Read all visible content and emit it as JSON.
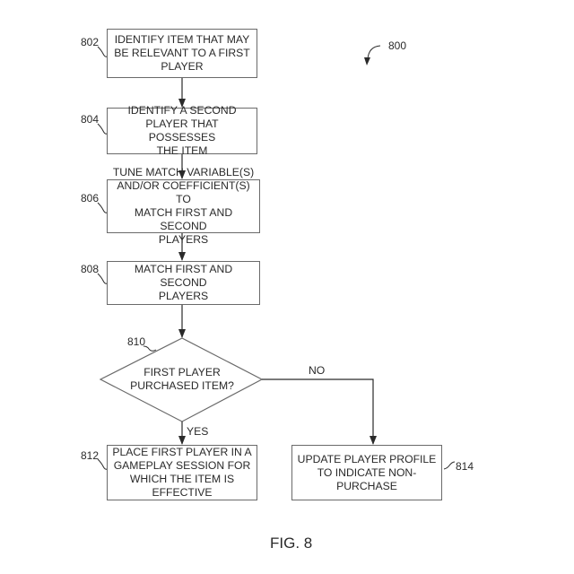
{
  "figure": {
    "caption": "FIG. 8",
    "ref": "800"
  },
  "steps": [
    {
      "id": "802",
      "text": "IDENTIFY ITEM THAT MAY\nBE RELEVANT TO A FIRST\nPLAYER"
    },
    {
      "id": "804",
      "text": "IDENTIFY A SECOND\nPLAYER THAT POSSESSES\nTHE ITEM"
    },
    {
      "id": "806",
      "text": "TUNE MATCH VARIABLE(S)\nAND/OR COEFFICIENT(S) TO\nMATCH FIRST AND SECOND\nPLAYERS"
    },
    {
      "id": "808",
      "text": "MATCH FIRST AND SECOND\nPLAYERS"
    },
    {
      "id": "812",
      "text": "PLACE FIRST PLAYER IN A\nGAMEPLAY SESSION FOR\nWHICH THE ITEM IS\nEFFECTIVE"
    },
    {
      "id": "814",
      "text": "UPDATE PLAYER PROFILE\nTO INDICATE NON-\nPURCHASE"
    }
  ],
  "decision": {
    "id": "810",
    "text": "FIRST PLAYER\nPURCHASED ITEM?",
    "yes_label": "YES",
    "no_label": "NO"
  },
  "colors": {
    "line": "#2a2a2a",
    "border": "#6a6a6a",
    "text": "#2a2a2a"
  }
}
